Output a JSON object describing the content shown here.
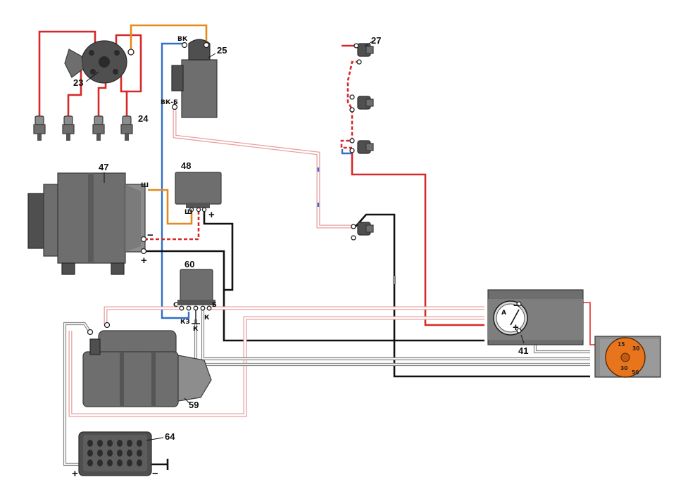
{
  "labels": {
    "distributor": "23",
    "spark_plugs": "24",
    "ignition_coil": "25",
    "switch_group": "27",
    "gauge": "41",
    "alternator": "47",
    "voltage_regulator": "48",
    "starter": "59",
    "starter_relay": "60",
    "battery": "64"
  },
  "terminals": {
    "coil_vk": "ВК",
    "coil_vkb": "ВК-Б",
    "alternator_sh": "Ш",
    "regulator_sh": "Ш",
    "relay_s": "С",
    "relay_kz": "КЗ",
    "relay_k1": "К",
    "relay_k2": "К",
    "relay_b": "Б",
    "gauge_a": "А"
  },
  "signs": {
    "alternator_minus": "−",
    "alternator_plus": "+",
    "regulator_plus": "+",
    "gauge_minus": "−",
    "gauge_plus": "+",
    "battery_plus": "+",
    "battery_minus": "−"
  },
  "ignition_switch_block": {
    "terminal_15": "15",
    "terminal_30_top": "30",
    "terminal_30_bottom": "30",
    "terminal_50": "50"
  },
  "colors": {
    "red_wire": "#d62828",
    "blue_wire": "#2f6fc8",
    "orange_wire": "#e48a1a",
    "black_wire": "#111111",
    "grey_wire": "#8a8a8a",
    "switch_orange": "#e8741c"
  }
}
